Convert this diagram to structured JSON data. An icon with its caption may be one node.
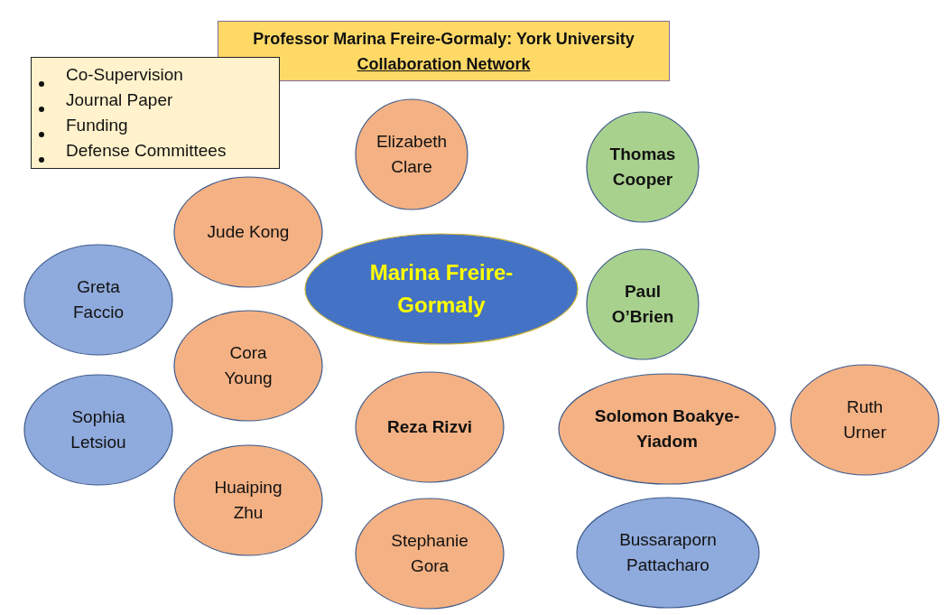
{
  "diagram": {
    "nodes": [
      {
        "text": [
          "Professor Marina Freire-Gormaly: York University",
          "Collaboration Network"
        ]
      },
      {
        "text": [
          "Co-Supervision",
          "Journal Paper",
          "Funding",
          "Defense Committees"
        ]
      },
      {
        "text": [
          "Elizabeth Clare"
        ]
      },
      {
        "text": [
          "Thomas Cooper"
        ]
      },
      {
        "text": [
          "Jude Kong"
        ]
      },
      {
        "text": [
          "Marina Freire-Gormaly"
        ]
      },
      {
        "text": [
          "Greta Faccio"
        ]
      },
      {
        "text": [
          "Paul O’Brien"
        ]
      },
      {
        "text": [
          "Cora Young"
        ]
      },
      {
        "text": [
          "Sophia Letsiou"
        ]
      },
      {
        "text": [
          "Reza Rizvi"
        ]
      },
      {
        "text": [
          "Solomon Boakye-Yiadom"
        ]
      },
      {
        "text": [
          "Ruth Urner"
        ]
      },
      {
        "text": [
          "Huaiping Zhu"
        ]
      },
      {
        "text": [
          "Stephanie Gora"
        ]
      },
      {
        "text": [
          "Bussaraporn Pattacharo"
        ]
      }
    ]
  }
}
